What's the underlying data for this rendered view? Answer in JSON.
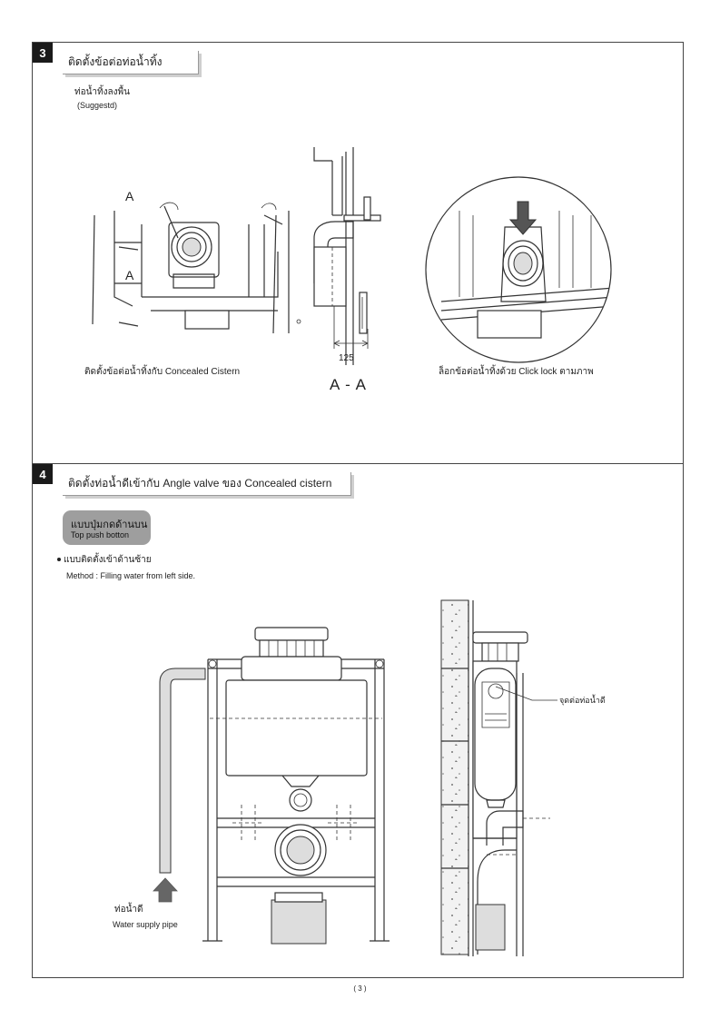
{
  "section3": {
    "number": "3",
    "title": "ติดตั้งข้อต่อท่อน้ำทิ้ง",
    "subtitle_th": "ท่อน้ำทิ้งลงพื้น",
    "subtitle_en": "(Suggestd)",
    "label_A_top": "A",
    "label_A_bottom": "A",
    "dim_125": "125",
    "caption_left": "ติดตั้งข้อต่อน้ำทิ้งกับ Concealed Cistern",
    "section_label": "A - A",
    "caption_right": "ล็อกข้อต่อน้ำทิ้งด้วย Click lock ตามภาพ"
  },
  "section4": {
    "number": "4",
    "title": "ติดตั้งท่อน้ำดีเข้ากับ Angle valve ของ Concealed cistern",
    "pill_th": "แบบปุ่มกดด้านบน",
    "pill_en": "Top push botton",
    "method_th": "แบบติดตั้งเข้าด้านซ้าย",
    "method_en": "Method : Filling water from left side.",
    "water_pipe_th": "ท่อน้ำดี",
    "water_pipe_en": "Water supply pipe",
    "connection_label": "จุดต่อท่อน้ำดี"
  },
  "footer": {
    "page": "( 3 )"
  }
}
